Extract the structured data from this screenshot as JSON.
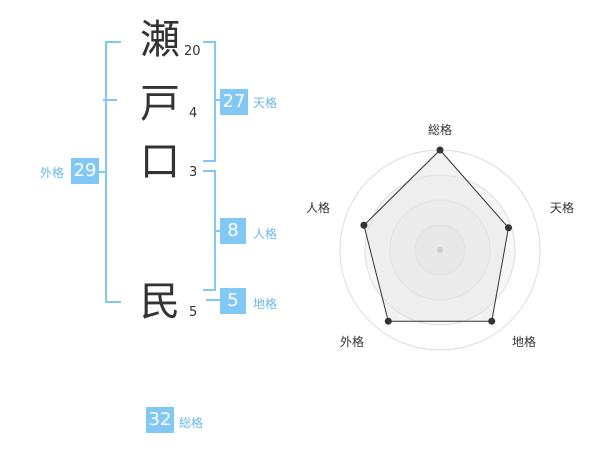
{
  "name_chars": [
    {
      "char": "瀬",
      "strokes": "20"
    },
    {
      "char": "戸",
      "strokes": "4"
    },
    {
      "char": "口",
      "strokes": "3"
    },
    {
      "char": "民",
      "strokes": "5"
    }
  ],
  "scores": {
    "tenkaku": {
      "value": "27",
      "label": "天格"
    },
    "jinkaku": {
      "value": "8",
      "label": "人格"
    },
    "chikaku": {
      "value": "5",
      "label": "地格"
    },
    "gaikaku": {
      "value": "29",
      "label": "外格"
    },
    "soukaku": {
      "value": "32",
      "label": "総格"
    }
  },
  "colors": {
    "accent": "#82c8f4",
    "accent_text": "#6ab8ea",
    "text": "#333333"
  },
  "chart_data": {
    "type": "radar",
    "axes": [
      "総格",
      "天格",
      "地格",
      "外格",
      "人格"
    ],
    "values": [
      1.0,
      0.72,
      0.88,
      0.88,
      0.8
    ],
    "range": [
      0,
      1
    ],
    "rings": 4
  }
}
